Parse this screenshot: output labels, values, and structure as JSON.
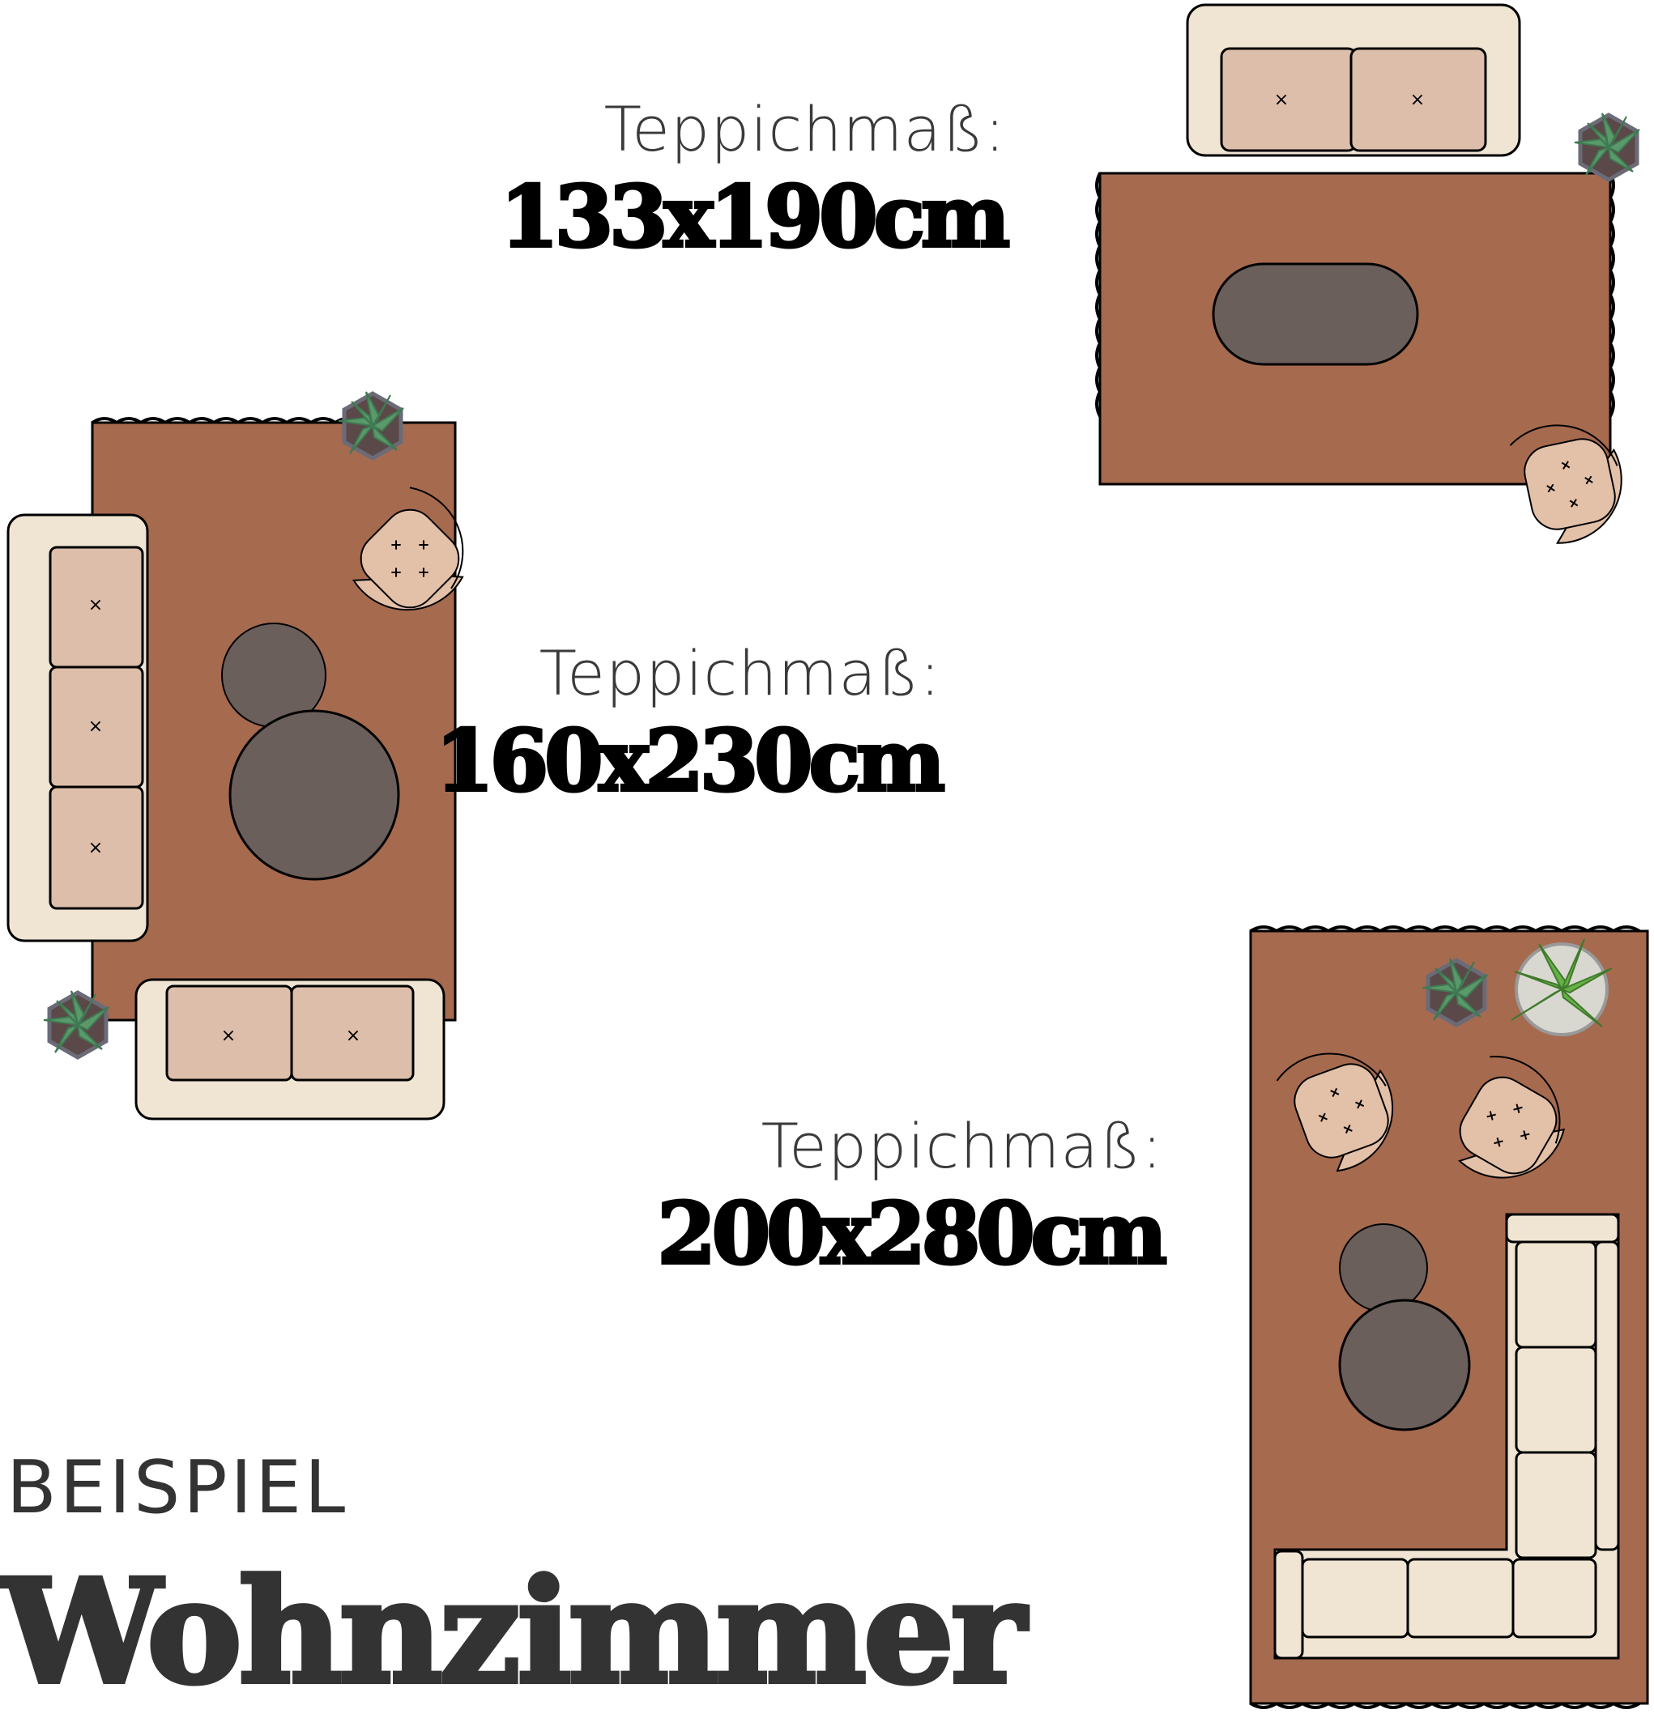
{
  "scene": {
    "label_heading": "Teppichmaß:",
    "examples": [
      {
        "size": "133x190cm"
      },
      {
        "size": "160x230cm"
      },
      {
        "size": "200x280cm"
      }
    ],
    "caption_small": "BEISPIEL",
    "caption_big": "Wohnzimmer"
  },
  "colors": {
    "rug": "#a66a4f",
    "table": "#6b5f5b",
    "sofa_frame": "#efe5d2",
    "cushion": "#dcbeaa",
    "chair": "#e0b8a0",
    "plant_leaf": "#5a9a6a",
    "plant_pot": "#6a5a5a"
  },
  "icons": [
    "sofa-icon",
    "armchair-icon",
    "plant-icon",
    "coffee-table-icon",
    "rug-icon"
  ]
}
